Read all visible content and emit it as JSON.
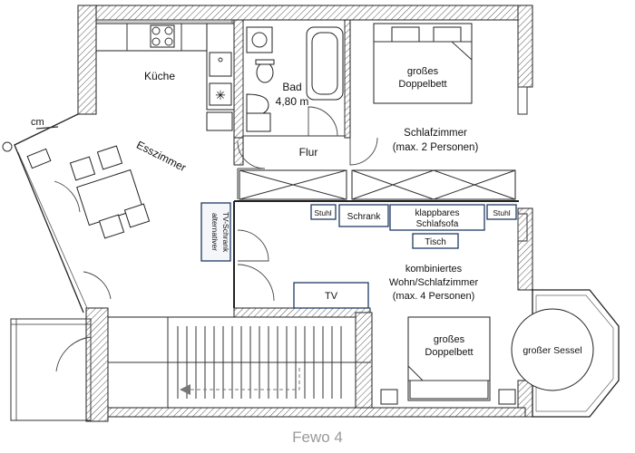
{
  "labels": {
    "kueche": "Küche",
    "bad": "Bad",
    "bad_size": "4,80 m",
    "flur": "Flur",
    "esszimmer": "Esszimmer",
    "schlafzimmer": "Schlafzimmer",
    "schlafzimmer_cap": "(max. 2 Personen)",
    "doppelbett_top_1": "großes",
    "doppelbett_top_2": "Doppelbett",
    "kombi_1": "kombiniertes",
    "kombi_2": "Wohn/Schlafzimmer",
    "kombi_3": "(max. 4 Personen)",
    "doppelbett_bottom_1": "großes",
    "doppelbett_bottom_2": "Doppelbett",
    "sessel": "großer Sessel",
    "stuhl_left": "Stuhl",
    "stuhl_right": "Stuhl",
    "schrank": "Schrank",
    "sofa_1": "klappbares",
    "sofa_2": "Schlafsofa",
    "tisch": "Tisch",
    "tv": "TV",
    "tv_schrank_1": "alternativer",
    "tv_schrank_2": "TV-Schrank",
    "cm": "cm",
    "footer": "Fewo 4"
  }
}
